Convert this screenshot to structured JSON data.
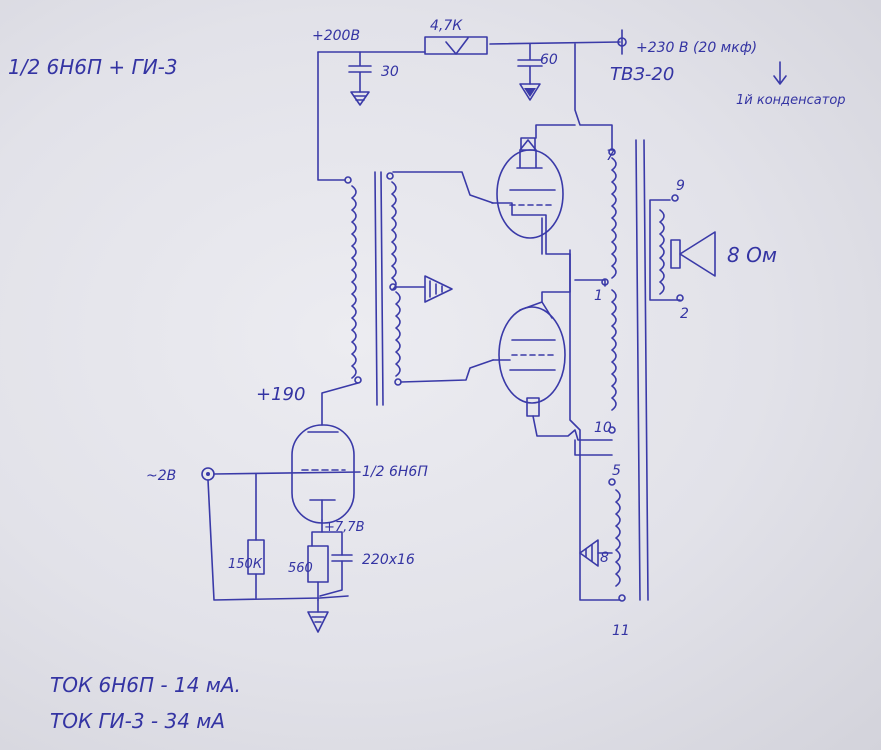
{
  "sheet": {
    "title": "1/2 6Н6П + ГИ-3",
    "supply_200": "+200В",
    "cap_30": "30",
    "resistor_47k": "4,7К",
    "cap_60": "60",
    "supply_230": "+230 В (20 мкф)",
    "transformer": "ТВЗ-20",
    "capacitor_note": "1й конденсатор",
    "supply_190": "+190",
    "input_voltage": "~2В",
    "tube_label": "1/2 6Н6П",
    "cathode_voltage": "+7,7В",
    "r_150k": "150К",
    "r_560": "560",
    "cap_cathode": "220х16",
    "speaker": "8 Ом",
    "pins": {
      "p9": "9",
      "p7": "7",
      "p1": "1",
      "p2": "2",
      "p10": "10",
      "p5": "5",
      "p8": "8",
      "p11": "11"
    },
    "note_1": "ТОК 6Н6П - 14 мА.",
    "note_2": "ТОК ГИ-3 - 34 мА"
  }
}
